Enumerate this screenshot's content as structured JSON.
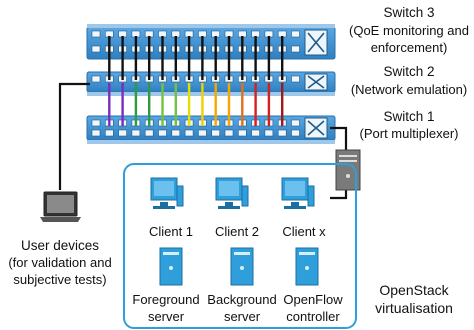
{
  "switch3": {
    "title": "Switch 3",
    "desc_line1": "(QoE monitoring and",
    "desc_line2": "enforcement)"
  },
  "switch2": {
    "title": "Switch 2",
    "desc_line1": "(Network emulation)"
  },
  "switch1": {
    "title": "Switch 1",
    "desc_line1": "(Port multiplexer)"
  },
  "user_devices": {
    "title": "User devices",
    "line2": "(for validation and",
    "line3": "subjective tests)"
  },
  "clients": [
    "Client 1",
    "Client 2",
    "Client x"
  ],
  "servers": [
    {
      "line1": "Foreground",
      "line2": "server"
    },
    {
      "line1": "Background",
      "line2": "server"
    },
    {
      "line1": "OpenFlow",
      "line2": "controller"
    }
  ],
  "openstack": {
    "line1": "OpenStack",
    "line2": "virtualisation"
  },
  "colors": {
    "switch_blue": "#3a8fd0",
    "icon_blue": "#2f9fdc",
    "cable_black": "#111111",
    "cable_palette": [
      "#7b2cbf",
      "#2e9b3c",
      "#73c23f",
      "#e3e000",
      "#f0d000",
      "#f7a600",
      "#e0701a",
      "#d62020",
      "#a01818"
    ]
  }
}
